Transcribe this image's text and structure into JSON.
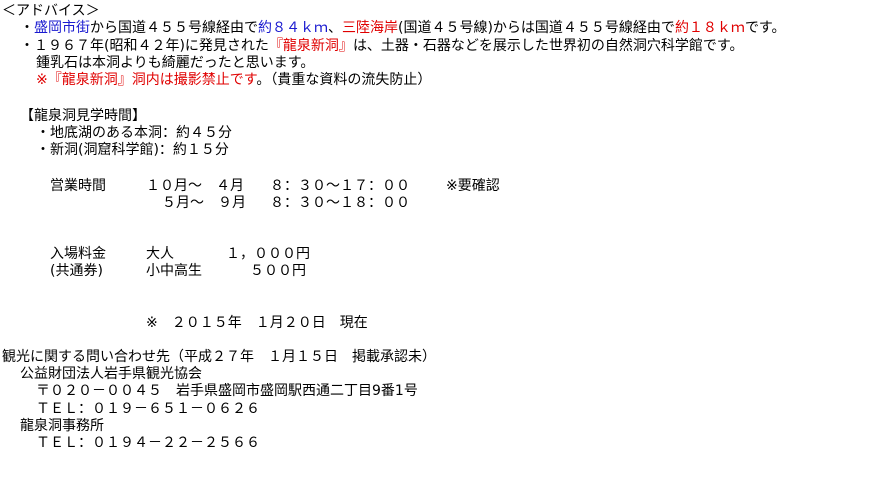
{
  "colors": {
    "text": "#000000",
    "highlight_blue": "#1a1ad0",
    "highlight_red": "#e00000",
    "background": "#ffffff"
  },
  "advice": {
    "header": "＜アドバイス＞",
    "line1": {
      "bullet": "・",
      "place1": "盛岡市街",
      "t1": "から国道４５５号線経由で",
      "dist1": "約８４ｋｍ",
      "t2": "、",
      "place2": "三陸海岸",
      "t3": "(国道４５号線)からは国道４５５号線経由で",
      "dist2": "約１８ｋｍ",
      "t4": "です。"
    },
    "line2": {
      "t1": "・１９６７年(昭和４２年)に発見された",
      "name": "『龍泉新洞』",
      "t2": "は、土器・石器などを展示した世界初の自然洞穴科学館です。"
    },
    "line3": "鍾乳石は本洞よりも綺麗だったと思います。",
    "line4": {
      "mark": "※",
      "name": "『龍泉新洞』",
      "t1": "洞内は撮影禁止です",
      "t2": "。（貴重な資料の流失防止）"
    }
  },
  "visit": {
    "heading": "【龍泉洞見学時間】",
    "item1": "・地底湖のある本洞：約４５分",
    "item2": "・新洞(洞窟科学館)：約１５分"
  },
  "hours": {
    "label": "営業時間",
    "row1_period": "１０月～　４月",
    "row1_time": "８：３０～１７：００",
    "row1_note": "※要確認",
    "row2_period": "５月～　９月",
    "row2_time": "８：３０～１８：００"
  },
  "fees": {
    "label": "入場料金",
    "sublabel": "(共通券)",
    "adult_label": "大人",
    "adult_price": "１，０００円",
    "student_label": "小中高生",
    "student_price": "５００円"
  },
  "as_of": "※　２０１５年　１月２０日　現在",
  "contact": {
    "heading": "観光に関する問い合わせ先（平成２７年　１月１５日　掲載承認未）",
    "org1_name": "公益財団法人岩手県観光協会",
    "org1_address": "〒０２０－００４５　岩手県盛岡市盛岡駅西通二丁目9番1号",
    "org1_tel": "ＴＥＬ：０１９－６５１－０６２６",
    "org2_name": "龍泉洞事務所",
    "org2_tel": "ＴＥＬ：０１９４－２２－２５６６"
  }
}
